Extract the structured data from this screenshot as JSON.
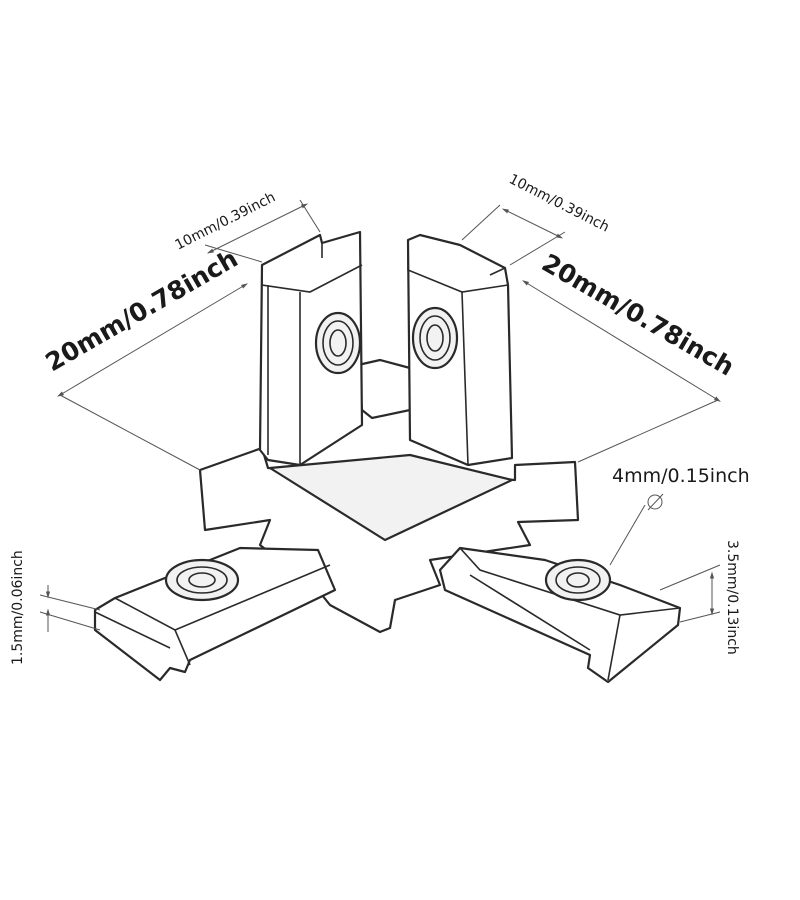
{
  "diagram": {
    "labels": {
      "top_left_small": "10mm/0.39inch",
      "top_right_small": "10mm/0.39inch",
      "left_large": "20mm/0.78inch",
      "right_large": "20mm/0.78inch",
      "hole_diameter": "4mm/0.15inch",
      "left_thickness": "1.5mm/0.06inch",
      "right_depth": "3.5mm/0.13inch"
    },
    "colors": {
      "line": "#2a2a2a",
      "dimension": "#555555",
      "background": "#ffffff"
    }
  }
}
